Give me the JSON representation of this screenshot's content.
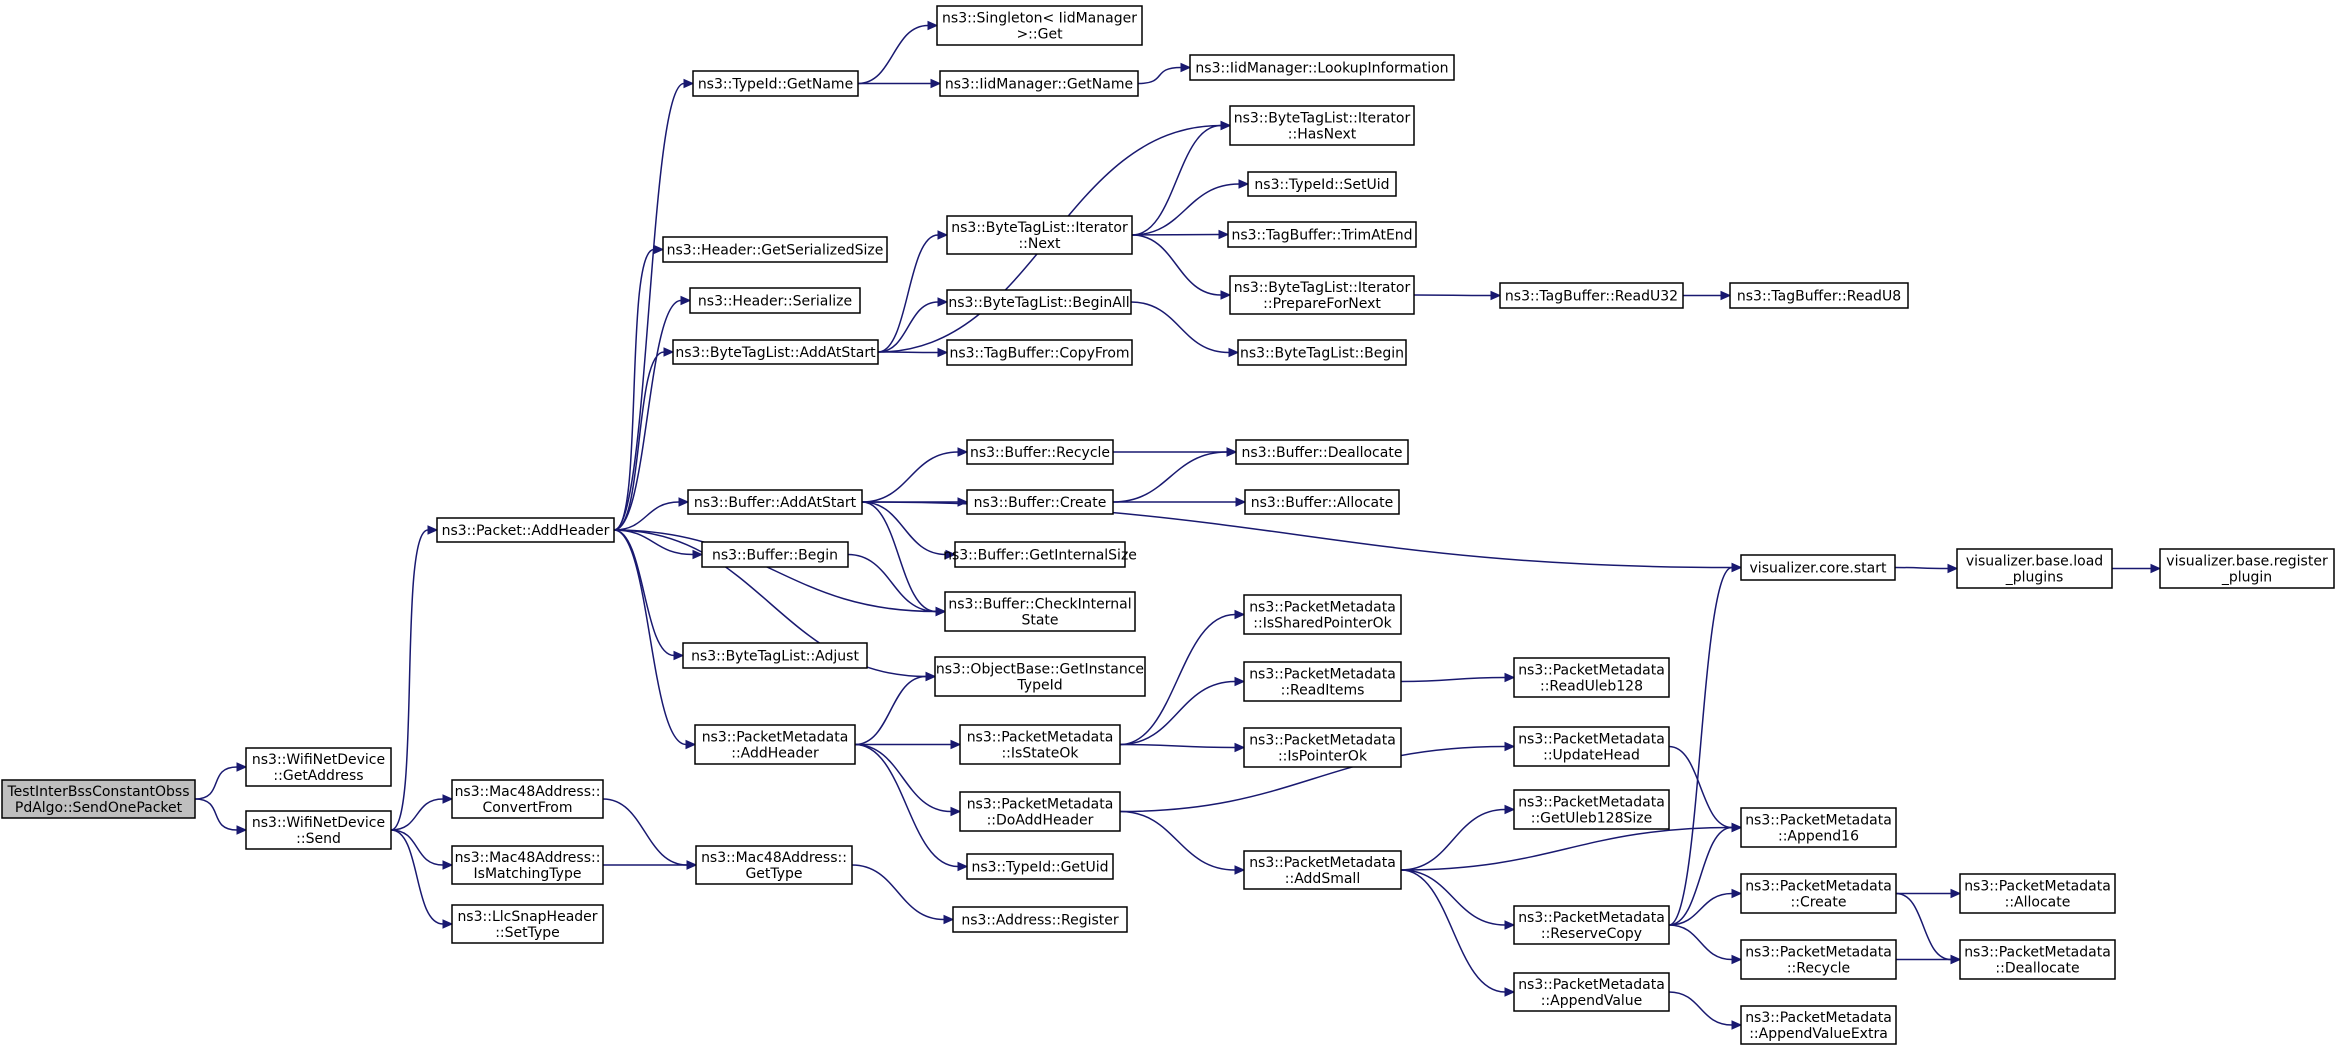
{
  "diagram": {
    "edge_color": "#191970",
    "root_fill": "#bfbfbf",
    "nodes": [
      {
        "id": "root",
        "lines": [
          "TestInterBssConstantObss",
          "PdAlgo::SendOnePacket"
        ],
        "root": true
      },
      {
        "id": "wfGetAddress",
        "lines": [
          "ns3::WifiNetDevice",
          "::GetAddress"
        ]
      },
      {
        "id": "wfSend",
        "lines": [
          "ns3::WifiNetDevice",
          "::Send"
        ]
      },
      {
        "id": "pktAddHeader",
        "lines": [
          "ns3::Packet::AddHeader"
        ]
      },
      {
        "id": "macConvertFrom",
        "lines": [
          "ns3::Mac48Address::",
          "ConvertFrom"
        ]
      },
      {
        "id": "macIsMatchingType",
        "lines": [
          "ns3::Mac48Address::",
          "IsMatchingType"
        ]
      },
      {
        "id": "llcSetType",
        "lines": [
          "ns3::LlcSnapHeader",
          "::SetType"
        ]
      },
      {
        "id": "typeIdGetName",
        "lines": [
          "ns3::TypeId::GetName"
        ]
      },
      {
        "id": "hdrGetSerializedSize",
        "lines": [
          "ns3::Header::GetSerializedSize"
        ]
      },
      {
        "id": "hdrSerialize",
        "lines": [
          "ns3::Header::Serialize"
        ]
      },
      {
        "id": "btlAddAtStart",
        "lines": [
          "ns3::ByteTagList::AddAtStart"
        ]
      },
      {
        "id": "bufAddAtStart",
        "lines": [
          "ns3::Buffer::AddAtStart"
        ]
      },
      {
        "id": "bufBegin",
        "lines": [
          "ns3::Buffer::Begin"
        ]
      },
      {
        "id": "btlAdjust",
        "lines": [
          "ns3::ByteTagList::Adjust"
        ]
      },
      {
        "id": "pmAddHeader",
        "lines": [
          "ns3::PacketMetadata",
          "::AddHeader"
        ]
      },
      {
        "id": "macGetType",
        "lines": [
          "ns3::Mac48Address::",
          "GetType"
        ]
      },
      {
        "id": "singletonGet",
        "lines": [
          "ns3::Singleton< IidManager",
          " >::Get"
        ]
      },
      {
        "id": "iidGetName",
        "lines": [
          "ns3::IidManager::GetName"
        ]
      },
      {
        "id": "btlIterNext",
        "lines": [
          "ns3::ByteTagList::Iterator",
          "::Next"
        ]
      },
      {
        "id": "btlBeginAll",
        "lines": [
          "ns3::ByteTagList::BeginAll"
        ]
      },
      {
        "id": "tbCopyFrom",
        "lines": [
          "ns3::TagBuffer::CopyFrom"
        ]
      },
      {
        "id": "bufRecycle",
        "lines": [
          "ns3::Buffer::Recycle"
        ]
      },
      {
        "id": "bufCreate",
        "lines": [
          "ns3::Buffer::Create"
        ]
      },
      {
        "id": "bufGetInternalSize",
        "lines": [
          "ns3::Buffer::GetInternalSize"
        ]
      },
      {
        "id": "bufCheckInternalState",
        "lines": [
          "ns3::Buffer::CheckInternal",
          "State"
        ]
      },
      {
        "id": "objGetInstanceTypeId",
        "lines": [
          "ns3::ObjectBase::GetInstance",
          "TypeId"
        ]
      },
      {
        "id": "pmIsStateOk",
        "lines": [
          "ns3::PacketMetadata",
          "::IsStateOk"
        ]
      },
      {
        "id": "pmDoAddHeader",
        "lines": [
          "ns3::PacketMetadata",
          "::DoAddHeader"
        ]
      },
      {
        "id": "typeIdGetUid",
        "lines": [
          "ns3::TypeId::GetUid"
        ]
      },
      {
        "id": "addrRegister",
        "lines": [
          "ns3::Address::Register"
        ]
      },
      {
        "id": "iidLookupInformation",
        "lines": [
          "ns3::IidManager::LookupInformation"
        ]
      },
      {
        "id": "btlIterHasNext",
        "lines": [
          "ns3::ByteTagList::Iterator",
          "::HasNext"
        ]
      },
      {
        "id": "typeIdSetUid",
        "lines": [
          "ns3::TypeId::SetUid"
        ]
      },
      {
        "id": "tbTrimAtEnd",
        "lines": [
          "ns3::TagBuffer::TrimAtEnd"
        ]
      },
      {
        "id": "btlIterPrepareForNext",
        "lines": [
          "ns3::ByteTagList::Iterator",
          "::PrepareForNext"
        ]
      },
      {
        "id": "btlBegin",
        "lines": [
          "ns3::ByteTagList::Begin"
        ]
      },
      {
        "id": "bufDeallocate",
        "lines": [
          "ns3::Buffer::Deallocate"
        ]
      },
      {
        "id": "bufAllocate",
        "lines": [
          "ns3::Buffer::Allocate"
        ]
      },
      {
        "id": "pmIsSharedPointerOk",
        "lines": [
          "ns3::PacketMetadata",
          "::IsSharedPointerOk"
        ]
      },
      {
        "id": "pmReadItems",
        "lines": [
          "ns3::PacketMetadata",
          "::ReadItems"
        ]
      },
      {
        "id": "pmIsPointerOk",
        "lines": [
          "ns3::PacketMetadata",
          "::IsPointerOk"
        ]
      },
      {
        "id": "pmAddSmall",
        "lines": [
          "ns3::PacketMetadata",
          "::AddSmall"
        ]
      },
      {
        "id": "tbReadU32",
        "lines": [
          "ns3::TagBuffer::ReadU32"
        ]
      },
      {
        "id": "tbReadU8",
        "lines": [
          "ns3::TagBuffer::ReadU8"
        ]
      },
      {
        "id": "pmReadUleb128",
        "lines": [
          "ns3::PacketMetadata",
          "::ReadUleb128"
        ]
      },
      {
        "id": "pmUpdateHead",
        "lines": [
          "ns3::PacketMetadata",
          "::UpdateHead"
        ]
      },
      {
        "id": "pmGetUleb128Size",
        "lines": [
          "ns3::PacketMetadata",
          "::GetUleb128Size"
        ]
      },
      {
        "id": "pmReserveCopy",
        "lines": [
          "ns3::PacketMetadata",
          "::ReserveCopy"
        ]
      },
      {
        "id": "pmAppendValue",
        "lines": [
          "ns3::PacketMetadata",
          "::AppendValue"
        ]
      },
      {
        "id": "vizCoreStart",
        "lines": [
          "visualizer.core.start"
        ]
      },
      {
        "id": "pmAppend16",
        "lines": [
          "ns3::PacketMetadata",
          "::Append16"
        ]
      },
      {
        "id": "pmCreate",
        "lines": [
          "ns3::PacketMetadata",
          "::Create"
        ]
      },
      {
        "id": "pmRecycle",
        "lines": [
          "ns3::PacketMetadata",
          "::Recycle"
        ]
      },
      {
        "id": "pmAppendValueExtra",
        "lines": [
          "ns3::PacketMetadata",
          "::AppendValueExtra"
        ]
      },
      {
        "id": "vizLoadPlugins",
        "lines": [
          "visualizer.base.load",
          "_plugins"
        ]
      },
      {
        "id": "vizRegisterPlugin",
        "lines": [
          "visualizer.base.register",
          "_plugin"
        ]
      },
      {
        "id": "pmAllocate",
        "lines": [
          "ns3::PacketMetadata",
          "::Allocate"
        ]
      },
      {
        "id": "pmDeallocate",
        "lines": [
          "ns3::PacketMetadata",
          "::Deallocate"
        ]
      }
    ],
    "edges": [
      [
        "root",
        "wfGetAddress"
      ],
      [
        "root",
        "wfSend"
      ],
      [
        "wfSend",
        "pktAddHeader"
      ],
      [
        "wfSend",
        "macConvertFrom"
      ],
      [
        "wfSend",
        "macIsMatchingType"
      ],
      [
        "wfSend",
        "llcSetType"
      ],
      [
        "pktAddHeader",
        "typeIdGetName"
      ],
      [
        "pktAddHeader",
        "hdrGetSerializedSize"
      ],
      [
        "pktAddHeader",
        "hdrSerialize"
      ],
      [
        "pktAddHeader",
        "btlAddAtStart"
      ],
      [
        "pktAddHeader",
        "bufAddAtStart"
      ],
      [
        "pktAddHeader",
        "bufBegin"
      ],
      [
        "pktAddHeader",
        "btlAdjust"
      ],
      [
        "pktAddHeader",
        "pmAddHeader"
      ],
      [
        "pktAddHeader",
        "objGetInstanceTypeId"
      ],
      [
        "pktAddHeader",
        "bufCheckInternalState"
      ],
      [
        "macConvertFrom",
        "macGetType"
      ],
      [
        "macIsMatchingType",
        "macGetType"
      ],
      [
        "macGetType",
        "addrRegister"
      ],
      [
        "typeIdGetName",
        "singletonGet"
      ],
      [
        "typeIdGetName",
        "iidGetName"
      ],
      [
        "iidGetName",
        "iidLookupInformation"
      ],
      [
        "btlAddAtStart",
        "btlIterHasNext"
      ],
      [
        "btlAddAtStart",
        "btlIterNext"
      ],
      [
        "btlAddAtStart",
        "btlBeginAll"
      ],
      [
        "btlAddAtStart",
        "tbCopyFrom"
      ],
      [
        "btlIterNext",
        "btlIterHasNext"
      ],
      [
        "btlIterNext",
        "typeIdSetUid"
      ],
      [
        "btlIterNext",
        "tbTrimAtEnd"
      ],
      [
        "btlIterNext",
        "btlIterPrepareForNext"
      ],
      [
        "btlIterPrepareForNext",
        "tbReadU32"
      ],
      [
        "tbReadU32",
        "tbReadU8"
      ],
      [
        "btlBeginAll",
        "btlBegin"
      ],
      [
        "bufAddAtStart",
        "vizCoreStart"
      ],
      [
        "bufAddAtStart",
        "bufRecycle"
      ],
      [
        "bufAddAtStart",
        "bufCreate"
      ],
      [
        "bufAddAtStart",
        "bufGetInternalSize"
      ],
      [
        "bufAddAtStart",
        "bufCheckInternalState"
      ],
      [
        "bufRecycle",
        "bufDeallocate"
      ],
      [
        "bufCreate",
        "bufDeallocate"
      ],
      [
        "bufCreate",
        "bufAllocate"
      ],
      [
        "bufBegin",
        "bufCheckInternalState"
      ],
      [
        "vizCoreStart",
        "vizLoadPlugins"
      ],
      [
        "vizLoadPlugins",
        "vizRegisterPlugin"
      ],
      [
        "pmAddHeader",
        "objGetInstanceTypeId"
      ],
      [
        "pmAddHeader",
        "pmIsStateOk"
      ],
      [
        "pmAddHeader",
        "pmDoAddHeader"
      ],
      [
        "pmAddHeader",
        "typeIdGetUid"
      ],
      [
        "pmIsStateOk",
        "pmIsSharedPointerOk"
      ],
      [
        "pmIsStateOk",
        "pmReadItems"
      ],
      [
        "pmIsStateOk",
        "pmIsPointerOk"
      ],
      [
        "pmReadItems",
        "pmReadUleb128"
      ],
      [
        "pmDoAddHeader",
        "pmUpdateHead"
      ],
      [
        "pmDoAddHeader",
        "pmAddSmall"
      ],
      [
        "pmUpdateHead",
        "pmAppend16"
      ],
      [
        "pmAddSmall",
        "pmGetUleb128Size"
      ],
      [
        "pmAddSmall",
        "pmAppend16"
      ],
      [
        "pmAddSmall",
        "pmReserveCopy"
      ],
      [
        "pmAddSmall",
        "pmAppendValue"
      ],
      [
        "pmReserveCopy",
        "vizCoreStart"
      ],
      [
        "pmReserveCopy",
        "pmAppend16"
      ],
      [
        "pmReserveCopy",
        "pmCreate"
      ],
      [
        "pmReserveCopy",
        "pmRecycle"
      ],
      [
        "pmCreate",
        "pmAllocate"
      ],
      [
        "pmCreate",
        "pmDeallocate"
      ],
      [
        "pmRecycle",
        "pmDeallocate"
      ],
      [
        "pmAppendValue",
        "pmAppendValueExtra"
      ]
    ]
  }
}
